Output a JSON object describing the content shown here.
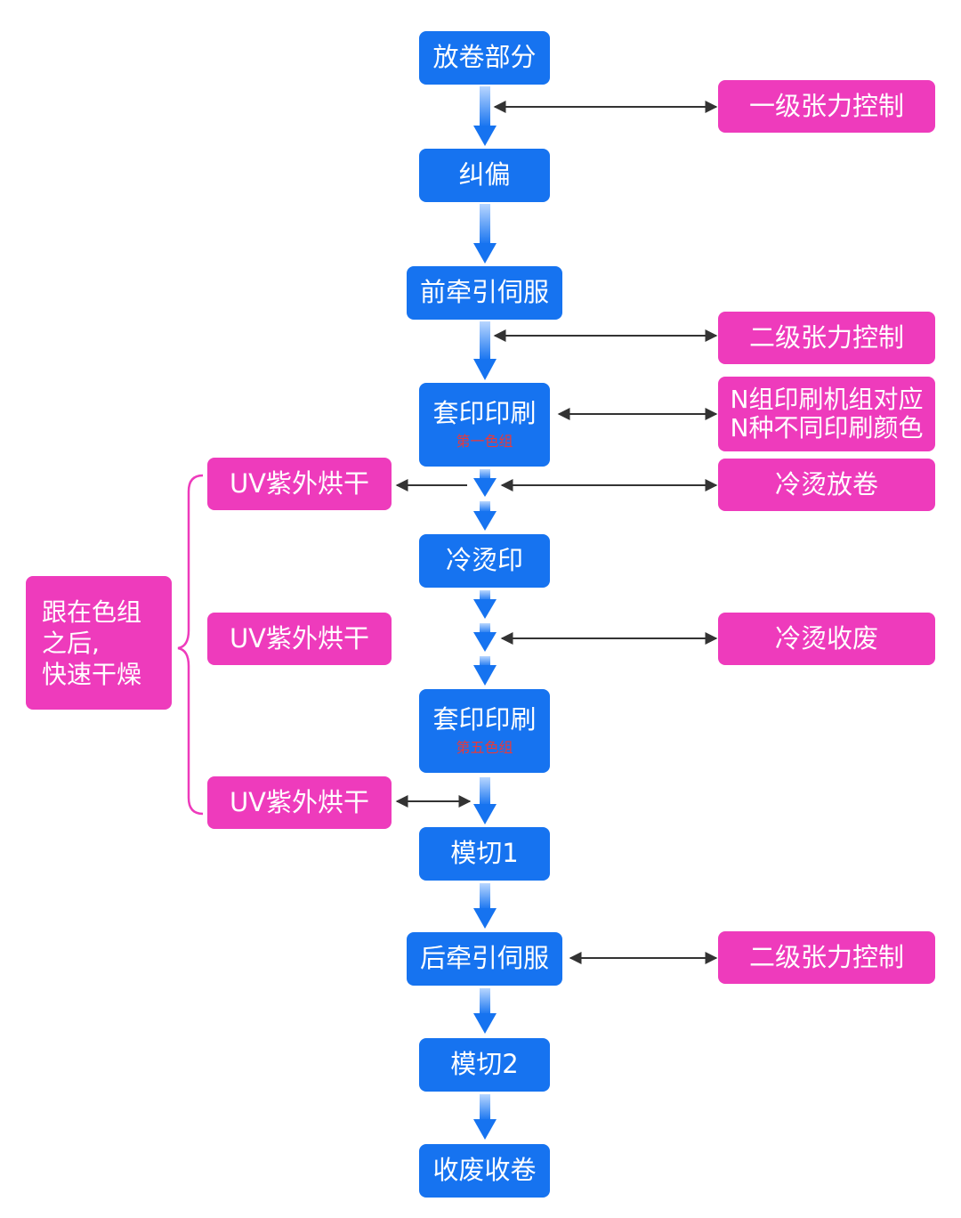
{
  "colors": {
    "main_node": "#1673f0",
    "side_node": "#ee3bbc",
    "flow_arrow_top": "#b8d6ff",
    "flow_arrow_bottom": "#1673f0",
    "connector": "#333333",
    "bracket": "#ee3bbc",
    "subtitle": "#e83a3a"
  },
  "main_flow": [
    {
      "label": "放卷部分"
    },
    {
      "label": "纠偏"
    },
    {
      "label": "前牵引伺服"
    },
    {
      "label": "套印印刷",
      "sub": "第一色组"
    },
    {
      "label": "冷烫印"
    },
    {
      "label": "套印印刷",
      "sub": "第五色组"
    },
    {
      "label": "模切1"
    },
    {
      "label": "后牵引伺服"
    },
    {
      "label": "模切2"
    },
    {
      "label": "收废收卷"
    }
  ],
  "right_notes": [
    {
      "label": "一级张力控制"
    },
    {
      "label": "二级张力控制"
    },
    {
      "label": "N组印刷机组对应",
      "label2": "N种不同印刷颜色"
    },
    {
      "label": "冷烫放卷"
    },
    {
      "label": "冷烫收废"
    },
    {
      "label": "二级张力控制"
    }
  ],
  "left_notes": [
    {
      "label": "UV紫外烘干"
    },
    {
      "label": "UV紫外烘干"
    },
    {
      "label": "UV紫外烘干"
    }
  ],
  "group_note": {
    "line1": "跟在色组",
    "line2": "之后,",
    "line3": "快速干燥"
  }
}
